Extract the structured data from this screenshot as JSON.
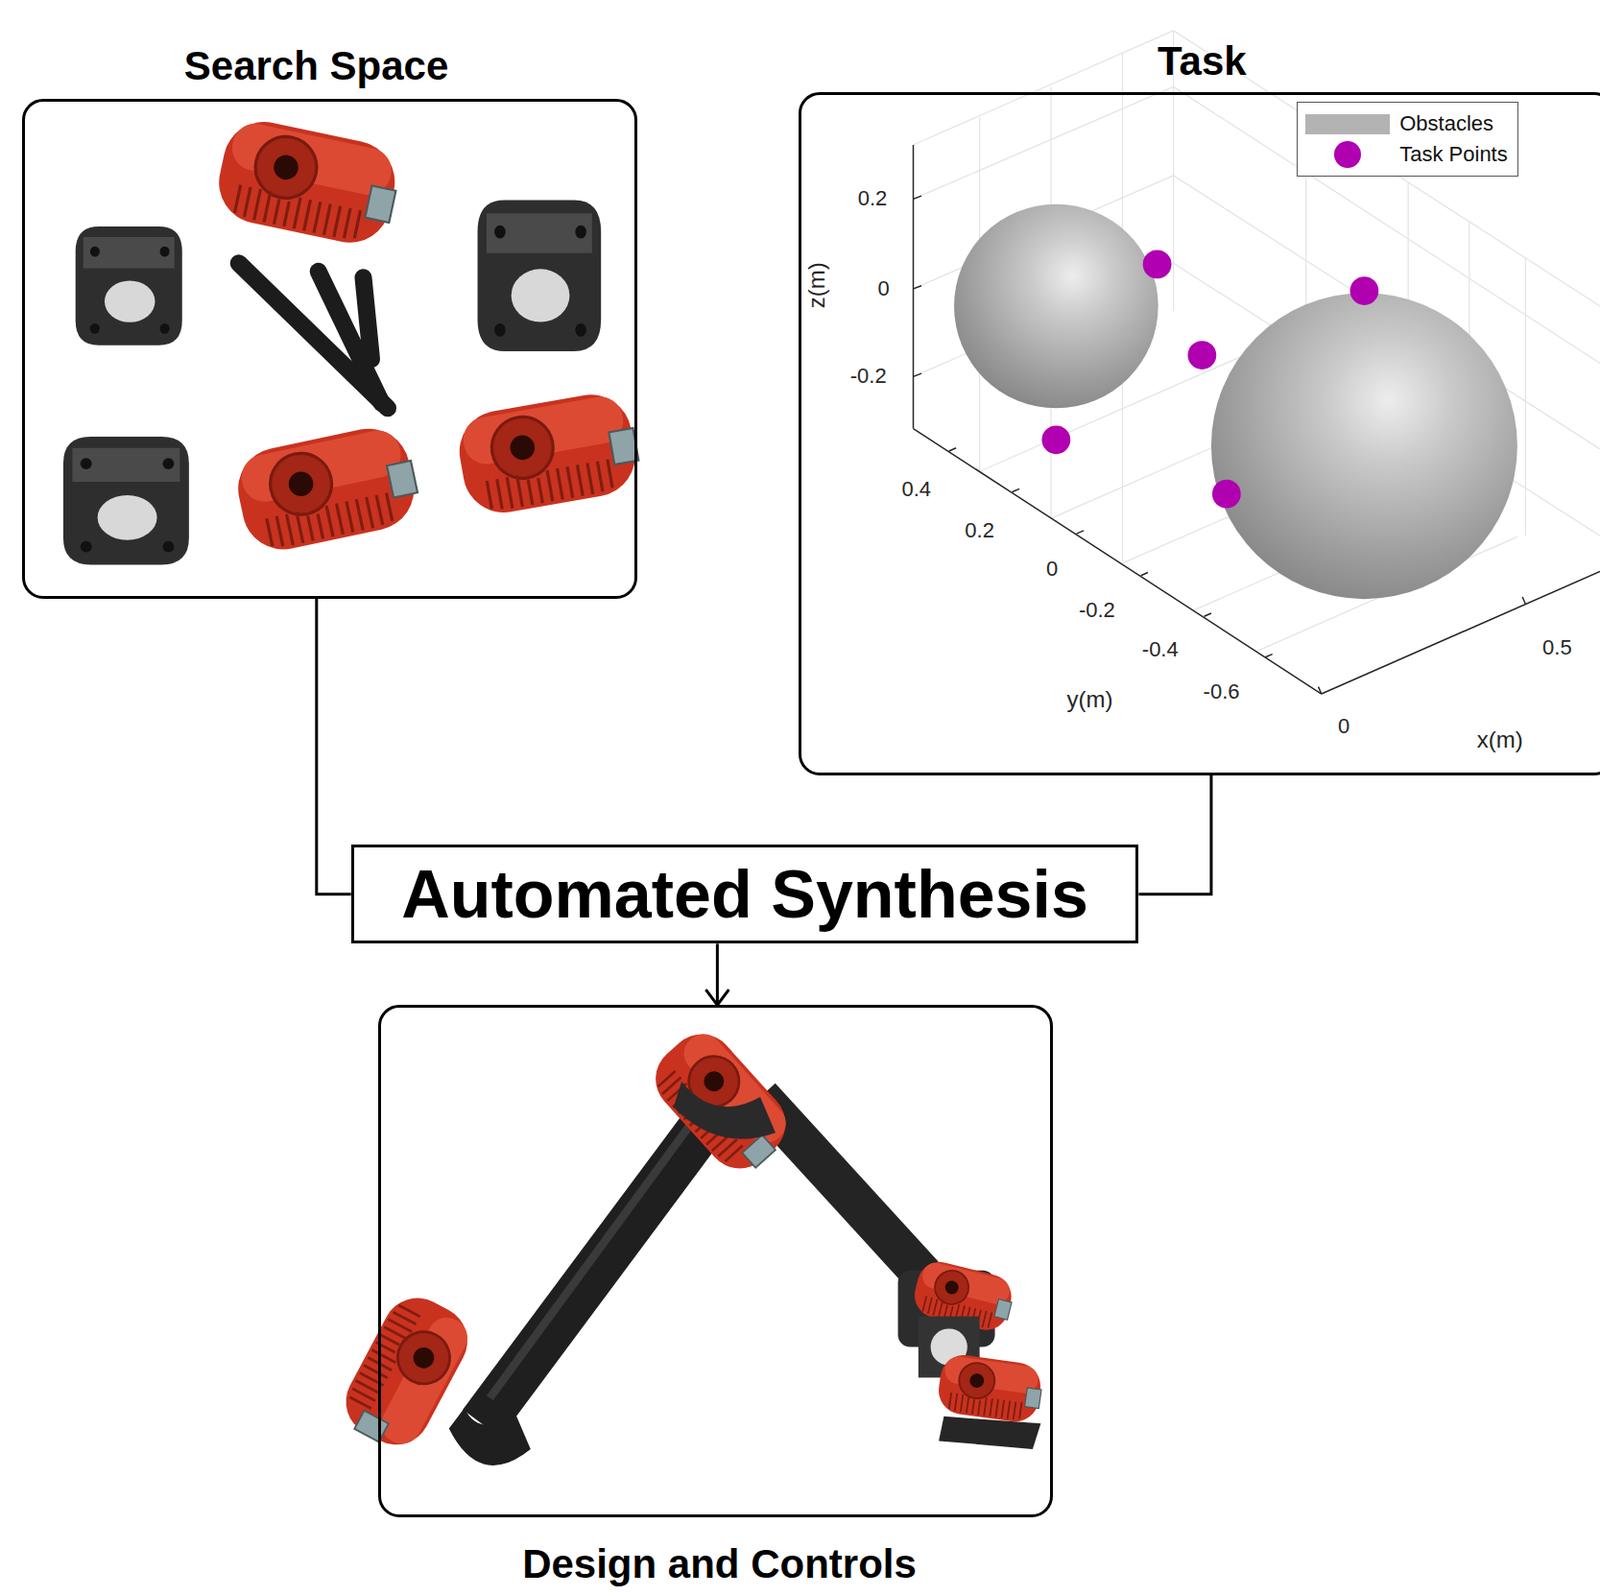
{
  "diagram": {
    "nodes": [
      {
        "text": [
          "Search Space"
        ]
      },
      {
        "text": [
          "Task"
        ]
      },
      {
        "text": [
          "Automated Synthesis"
        ]
      },
      {
        "text": [
          "Design and Controls"
        ]
      }
    ],
    "edges": [
      {
        "from": 0,
        "to": 2,
        "arrow": "none"
      },
      {
        "from": 1,
        "to": 2,
        "arrow": "none"
      },
      {
        "from": 2,
        "to": 3,
        "arrow": "to"
      }
    ],
    "labels": [
      "0.2",
      "0",
      "-0.2",
      "z(m)",
      "0.4",
      "0.2",
      "0",
      "-0.2",
      "-0.4",
      "-0.6",
      "y(m)",
      "0",
      "0.5",
      "x(m)"
    ],
    "legend": [
      {
        "text": "Obstacles",
        "color": "#b3b3b3"
      },
      {
        "text": "Task Points"
      }
    ]
  }
}
